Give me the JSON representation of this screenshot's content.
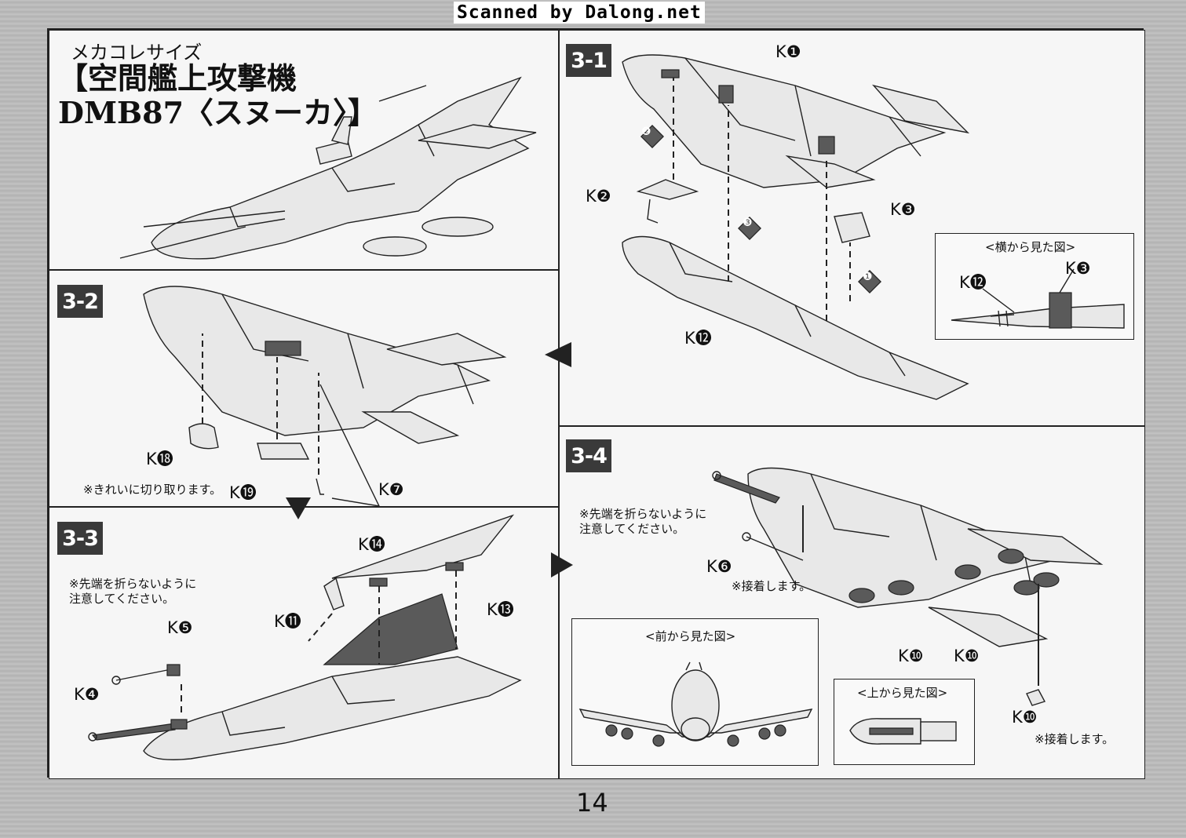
{
  "scan_credit": "Scanned by Dalong.net",
  "title": {
    "kana": "メカコレサイズ",
    "main": "【空間艦上攻撃機\nDMB87〈スヌーカ〉】"
  },
  "steps": {
    "s31": {
      "label": "3-1",
      "parts": {
        "k1": "K❶",
        "k2": "K❷",
        "k3": "K❸",
        "k12": "K⓬"
      },
      "order": {
        "o2": "❷",
        "o3": "❸",
        "o1": "❶"
      },
      "inset": {
        "title": "<横から見た図>",
        "k12": "K⓬",
        "k3": "K❸"
      }
    },
    "s32": {
      "label": "3-2",
      "parts": {
        "k18": "K⓲",
        "k19": "K⓳",
        "k7": "K❼"
      },
      "note": "※きれいに切り取ります。"
    },
    "s33": {
      "label": "3-3",
      "parts": {
        "k14": "K⓮",
        "k11": "K⓫",
        "k13": "K⓭",
        "k5": "K❺",
        "k4": "K❹"
      },
      "note": "※先端を折らないように\n注意してください。"
    },
    "s34": {
      "label": "3-4",
      "parts": {
        "k6": "K❻",
        "k10a": "K❿",
        "k10b": "K❿",
        "k10c": "K❿"
      },
      "note": "※先端を折らないように\n注意してください。",
      "note_glue_a": "※接着します。",
      "note_glue_b": "※接着します。",
      "inset_front": "<前から見た図>",
      "inset_top": "<上から見た図>"
    }
  },
  "page_number": "14"
}
